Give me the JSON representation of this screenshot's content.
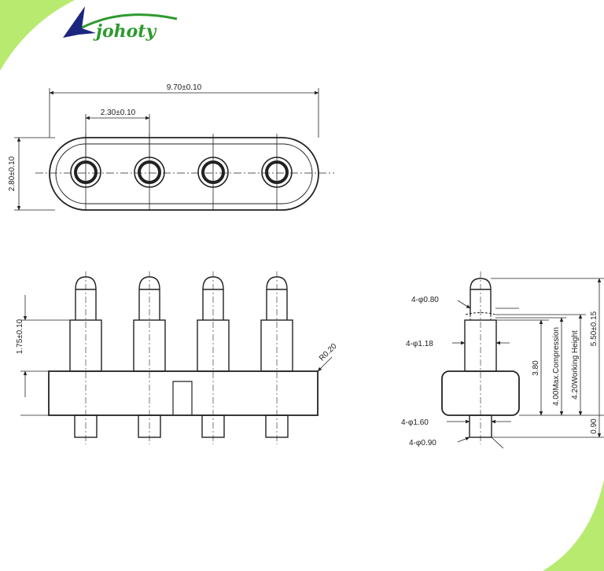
{
  "brand": {
    "logo_text": "johoty",
    "colors": {
      "green": "#2e9a2e",
      "navy": "#1c2680",
      "corner_green": "#b8ea70"
    }
  },
  "top_view": {
    "overall_length": "9.70±0.10",
    "pitch": "2.30±0.10",
    "overall_width": "2.80±0.10"
  },
  "front_view": {
    "pin_height": "1.75±0.10",
    "corner_radius": "R0.20"
  },
  "side_view": {
    "tip_diameter": "4-φ0.80",
    "barrel_diameter": "4-φ1.18",
    "body_hole_diameter": "4-φ1.60",
    "tail_diameter": "4-φ0.90",
    "dim_3_80": "3.80",
    "max_compression": "4.00Max.Compression",
    "working_height": "4.20Working  Height",
    "total_height": "5.50±0.15",
    "tail_length": "0.90"
  }
}
